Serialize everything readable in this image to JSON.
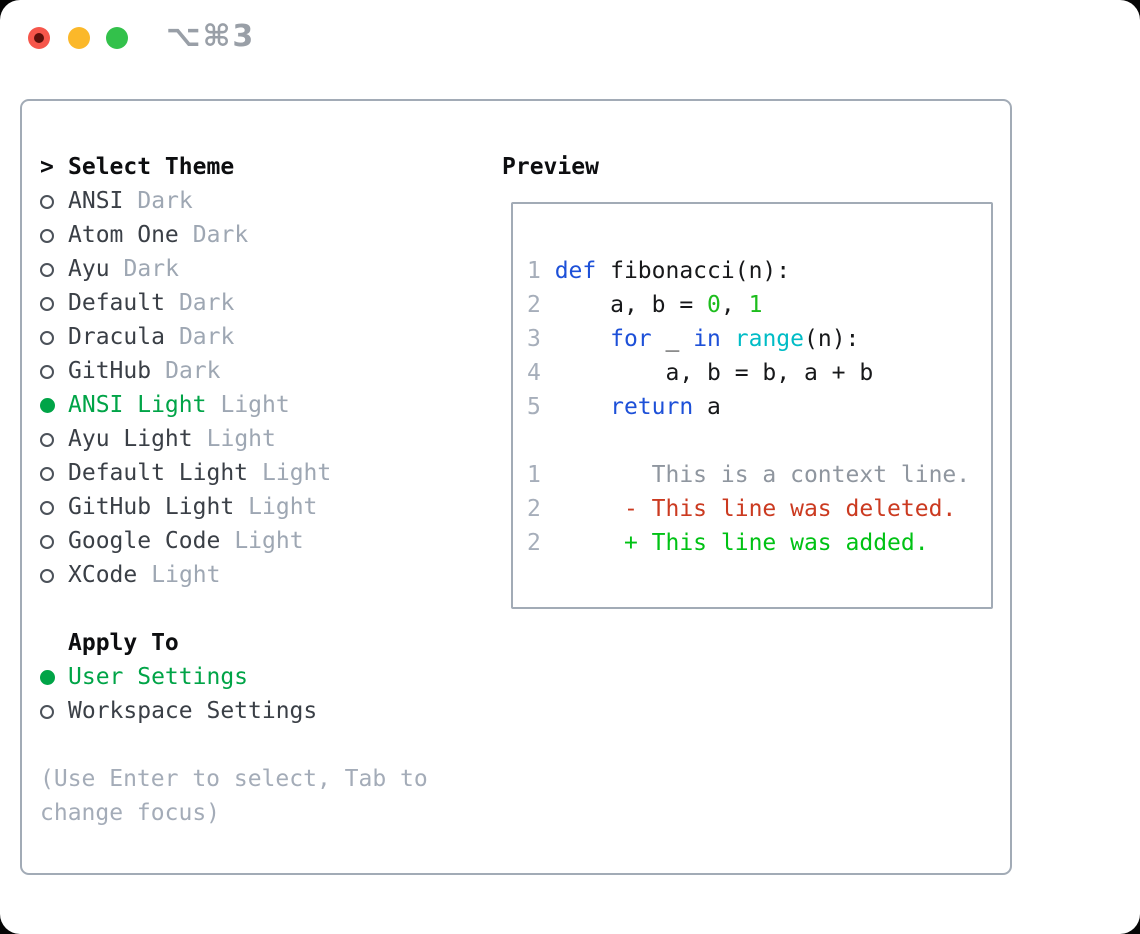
{
  "window": {
    "title": "⌥⌘3"
  },
  "colors": {
    "black": "#0d0e10",
    "ink": "#3a3f46",
    "code_ink": "#17181a",
    "muted": "#9ea7b3",
    "hint_gray": "#a4acb8",
    "lineno": "#a6aeba",
    "context_gray": "#8f969f",
    "green_accent": "#00a447",
    "keyword_blue": "#1d50d8",
    "builtin_cyan": "#00bcc6",
    "number_green": "#1dbd1d",
    "added_green": "#00c214",
    "deleted_red": "#cb3a20",
    "panel_border": "#a2abb6",
    "radio_ring": "#4c525a",
    "title_gray": "#999fa7",
    "traffic_red": "#f6564b",
    "traffic_red_dot": "#5c100b",
    "traffic_yellow": "#fbb82a",
    "traffic_green": "#33c14b"
  },
  "titlebar": {
    "close_label": "close",
    "minimize_label": "minimize",
    "zoom_label": "zoom"
  },
  "left": {
    "header_marker": ">",
    "header": "Select Theme",
    "themes": [
      {
        "name": "ANSI",
        "tag": "Dark",
        "selected": false
      },
      {
        "name": "Atom One",
        "tag": "Dark",
        "selected": false
      },
      {
        "name": "Ayu",
        "tag": "Dark",
        "selected": false
      },
      {
        "name": "Default",
        "tag": "Dark",
        "selected": false
      },
      {
        "name": "Dracula",
        "tag": "Dark",
        "selected": false
      },
      {
        "name": "GitHub",
        "tag": "Dark",
        "selected": false
      },
      {
        "name": "ANSI Light",
        "tag": "Light",
        "selected": true
      },
      {
        "name": "Ayu Light",
        "tag": "Light",
        "selected": false
      },
      {
        "name": "Default Light",
        "tag": "Light",
        "selected": false
      },
      {
        "name": "GitHub Light",
        "tag": "Light",
        "selected": false
      },
      {
        "name": "Google Code",
        "tag": "Light",
        "selected": false
      },
      {
        "name": "XCode",
        "tag": "Light",
        "selected": false
      }
    ],
    "apply_header": "Apply To",
    "apply_options": [
      {
        "name": "User Settings",
        "selected": true
      },
      {
        "name": "Workspace Settings",
        "selected": false
      }
    ],
    "hint": "(Use Enter to select, Tab to change focus)"
  },
  "preview": {
    "header": "Preview",
    "lines": [
      {
        "num": "1",
        "segments": [
          [
            "def",
            "keyword"
          ],
          [
            " fibonacci(n):",
            "code"
          ]
        ]
      },
      {
        "num": "2",
        "segments": [
          [
            "    a, b = ",
            "code"
          ],
          [
            "0",
            "number"
          ],
          [
            ", ",
            "code"
          ],
          [
            "1",
            "number"
          ]
        ]
      },
      {
        "num": "3",
        "segments": [
          [
            "    ",
            "code"
          ],
          [
            "for",
            "keyword"
          ],
          [
            " _ ",
            "code"
          ],
          [
            "in",
            "keyword"
          ],
          [
            " ",
            "code"
          ],
          [
            "range",
            "builtin"
          ],
          [
            "(n):",
            "code"
          ]
        ]
      },
      {
        "num": "4",
        "segments": [
          [
            "        a, b = b, a + b",
            "code"
          ]
        ]
      },
      {
        "num": "5",
        "segments": [
          [
            "    ",
            "code"
          ],
          [
            "return",
            "keyword"
          ],
          [
            " a",
            "code"
          ]
        ]
      },
      {
        "num": "",
        "segments": []
      },
      {
        "num": "1",
        "segments": [
          [
            "       This is a context line.",
            "context"
          ]
        ]
      },
      {
        "num": "2",
        "segments": [
          [
            "     - This line was deleted.",
            "deleted"
          ]
        ]
      },
      {
        "num": "2",
        "segments": [
          [
            "     + This line was added.",
            "added"
          ]
        ]
      }
    ]
  }
}
